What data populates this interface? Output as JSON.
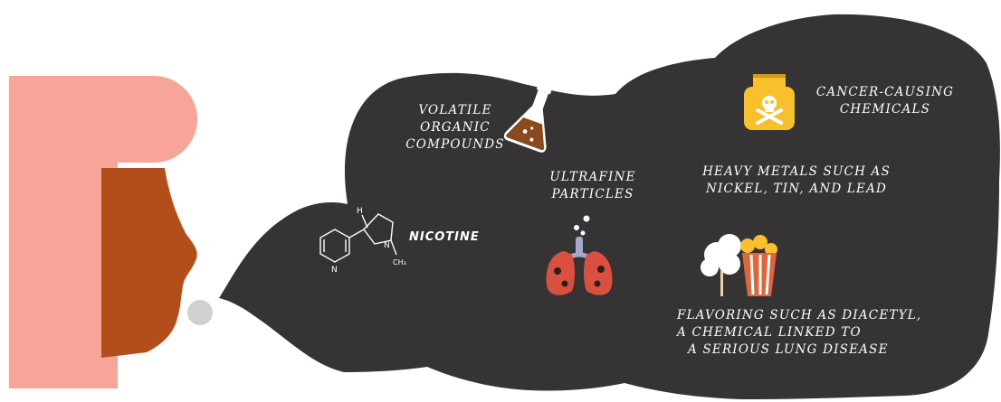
{
  "labels": {
    "voc": [
      "VOLATILE",
      "ORGANIC",
      "COMPOUNDS"
    ],
    "cancer": [
      "CANCER-CAUSING",
      "CHEMICALS"
    ],
    "ultrafine": [
      "ULTRAFINE",
      "PARTICLES"
    ],
    "metals": [
      "HEAVY METALS SUCH AS",
      "NICKEL, TIN, AND LEAD"
    ],
    "nicotine": "NICOTINE",
    "flavoring": [
      "FLAVORING SUCH AS DIACETYL,",
      "A CHEMICAL LINKED TO",
      "A SERIOUS LUNG DISEASE"
    ]
  },
  "molecule_atoms": {
    "h": "H",
    "n_ring": "N",
    "n_amine": "N",
    "methyl": "CH₃"
  },
  "colors": {
    "cloud": "#363335",
    "hair": "#f7a599",
    "skin": "#b24e1b",
    "puff": "#d0d0d0",
    "flask_liquid": "#8a4a1e",
    "jar": "#f8c12c",
    "lung": "#d9503e",
    "popcorn_box": "#e2653a"
  },
  "icons": [
    "molecule-icon",
    "flask-icon",
    "poison-jar-icon",
    "lungs-icon",
    "popcorn-icon"
  ]
}
